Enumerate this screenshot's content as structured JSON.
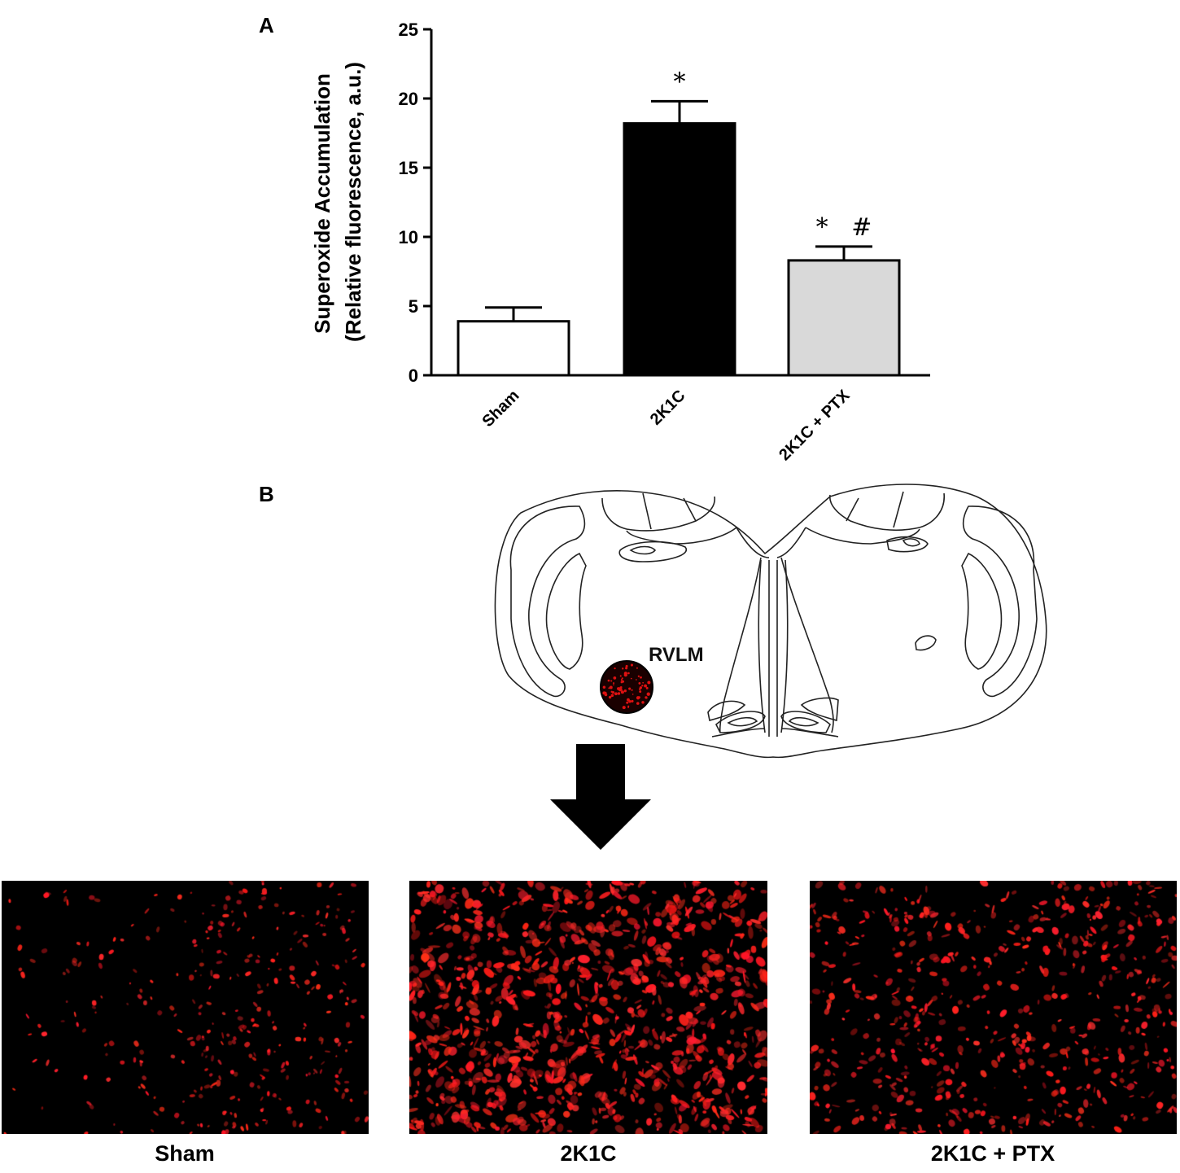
{
  "panel_a_label": "A",
  "panel_b_label": "B",
  "chart_data": {
    "type": "bar",
    "categories": [
      "Sham",
      "2K1C",
      "2K1C + PTX"
    ],
    "values": [
      3.9,
      18.2,
      8.3
    ],
    "errors": [
      1.0,
      1.6,
      1.0
    ],
    "bar_fills": [
      "#ffffff",
      "#000000",
      "#d9d9d9"
    ],
    "significance": [
      "",
      "*",
      "*   #"
    ],
    "ylabel_line1": "Superoxide Accumulation",
    "ylabel_line2": "(Relative fluorescence, a.u.)",
    "ylim": [
      0,
      25
    ],
    "yticks": [
      0,
      5,
      10,
      15,
      20,
      25
    ],
    "grid": false,
    "legend": "none"
  },
  "atlas": {
    "region_label": "RVLM",
    "region_color": "#8b0000"
  },
  "micrographs": [
    {
      "label": "Sham",
      "intensity": 0.25
    },
    {
      "label": "2K1C",
      "intensity": 1.0
    },
    {
      "label": "2K1C + PTX",
      "intensity": 0.55
    }
  ],
  "fluorescence_color": "#ff1a1a"
}
